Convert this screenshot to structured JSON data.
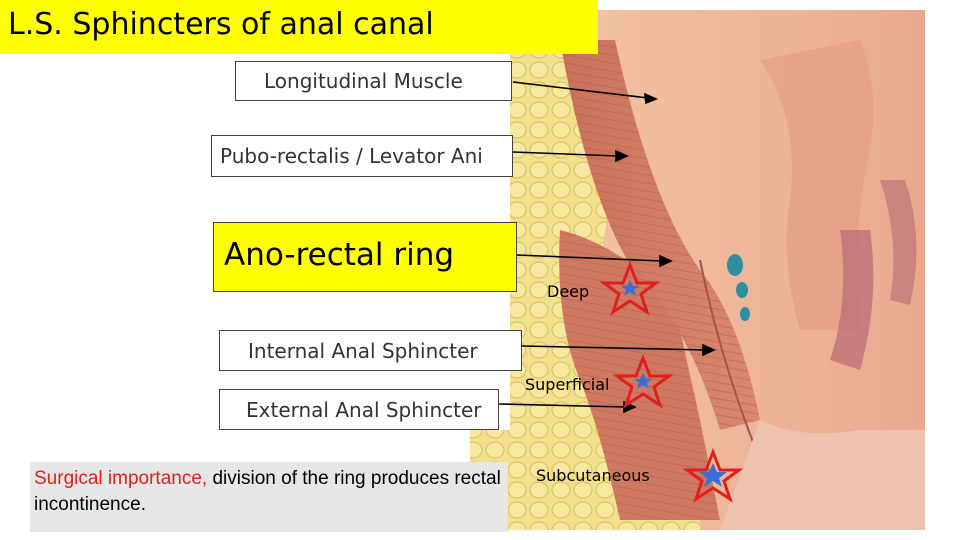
{
  "title": "L.S. Sphincters of anal canal",
  "labels": {
    "longitudinal": "Longitudinal Muscle",
    "puborectalis": "Pubo-rectalis / Levator Ani",
    "anorectal_ring": "Ano-rectal ring",
    "internal": "Internal Anal Sphincter",
    "external": "External Anal Sphincter"
  },
  "parts": {
    "deep": "Deep",
    "superficial": "Superficial",
    "subcutaneous": "Subcutaneous"
  },
  "note": {
    "highlight": "Surgical importance,",
    "rest": " division of the ring produces rectal incontinence."
  },
  "colors": {
    "title_bg": "#ffff00",
    "ring_bg": "#ffff00",
    "highlight_text": "#e0201a",
    "star_outline": "#e0201a",
    "star_fill": "#3a6fd8"
  }
}
